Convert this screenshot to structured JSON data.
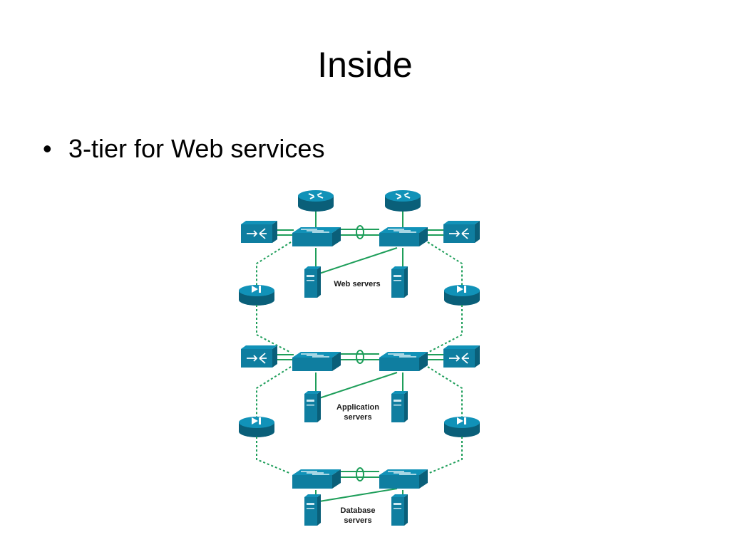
{
  "slide": {
    "title": "Inside",
    "bullets": [
      "3-tier for Web services"
    ]
  },
  "diagram": {
    "colors": {
      "device": "#0f7ea0",
      "device_dark": "#0a5f79",
      "link": "#1e9e5a"
    },
    "tiers": [
      {
        "label_lines": [
          "Web servers"
        ]
      },
      {
        "label_lines": [
          "Application",
          "servers"
        ]
      },
      {
        "label_lines": [
          "Database",
          "servers"
        ]
      }
    ],
    "icons": [
      "router-icon",
      "switch-icon",
      "load-balancer-icon",
      "firewall-icon",
      "server-icon"
    ]
  }
}
